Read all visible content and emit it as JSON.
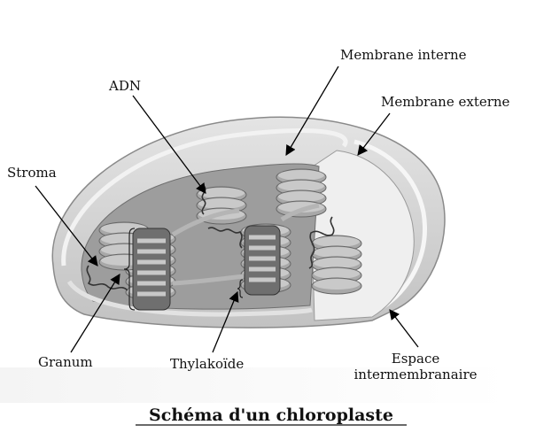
{
  "labels": {
    "membrane_interne": "Membrane interne",
    "adn": "ADN",
    "membrane_externe": "Membrane externe",
    "stroma": "Stroma",
    "granum": "Granum",
    "thylakoide": "Thylakoïde",
    "espace_line1": "Espace",
    "espace_line2": "intermembranaire"
  },
  "title": "Schéma d'un chloroplaste"
}
